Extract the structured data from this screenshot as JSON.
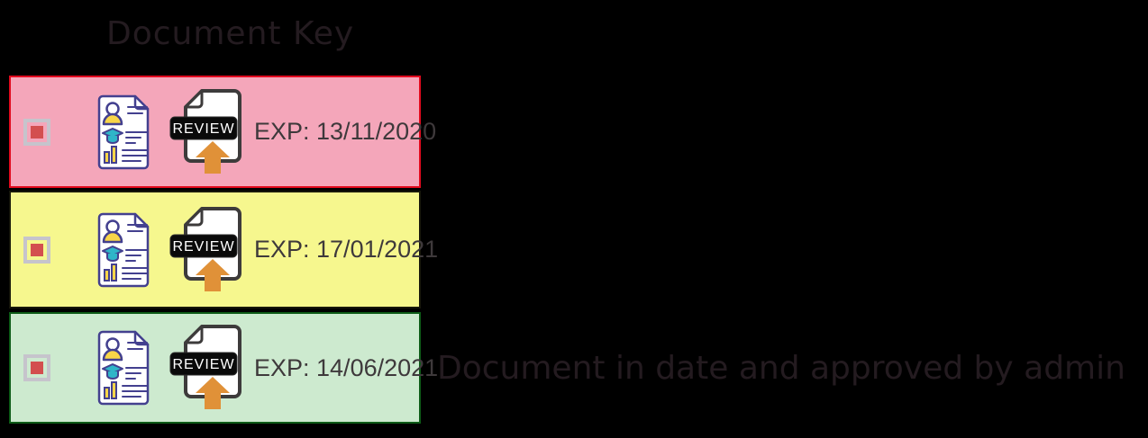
{
  "title": "Document Key",
  "rows": [
    {
      "status": "expired-needs-review",
      "bg": "#f4a6ba",
      "border": "#e10a1e",
      "exp_label": "EXP: 13/11/2020",
      "label": ""
    },
    {
      "status": "expiring-needs-review",
      "bg": "#f6f78e",
      "border": "#17170b",
      "exp_label": "EXP: 17/01/2021",
      "label": ""
    },
    {
      "status": "approved",
      "bg": "#cdeacf",
      "border": "#0d5c17",
      "exp_label": "EXP: 14/06/2021",
      "label": "Document in date and approved by admin"
    }
  ],
  "icons": {
    "checkbox": "checkbox with red inner square",
    "cv_document": "cv document with avatar, graduation cap and bar chart",
    "review_upload": "upload document with review badge",
    "review_badge_text": "REVIEW"
  },
  "colors": {
    "page_bg": "#000000",
    "title_text": "#241b20",
    "exp_text": "#3e393b",
    "checkbox_border": "#c6c4cc",
    "checkbox_fill": "#d34f4f",
    "cv_outline": "#43408f",
    "cv_yellow": "#f8d548",
    "cv_teal": "#2fb5c8",
    "review_outline": "#3d3b3b",
    "review_badge_bg": "#0a0a0a",
    "review_badge_text": "#ffffff",
    "upload_arrow": "#e09138"
  }
}
